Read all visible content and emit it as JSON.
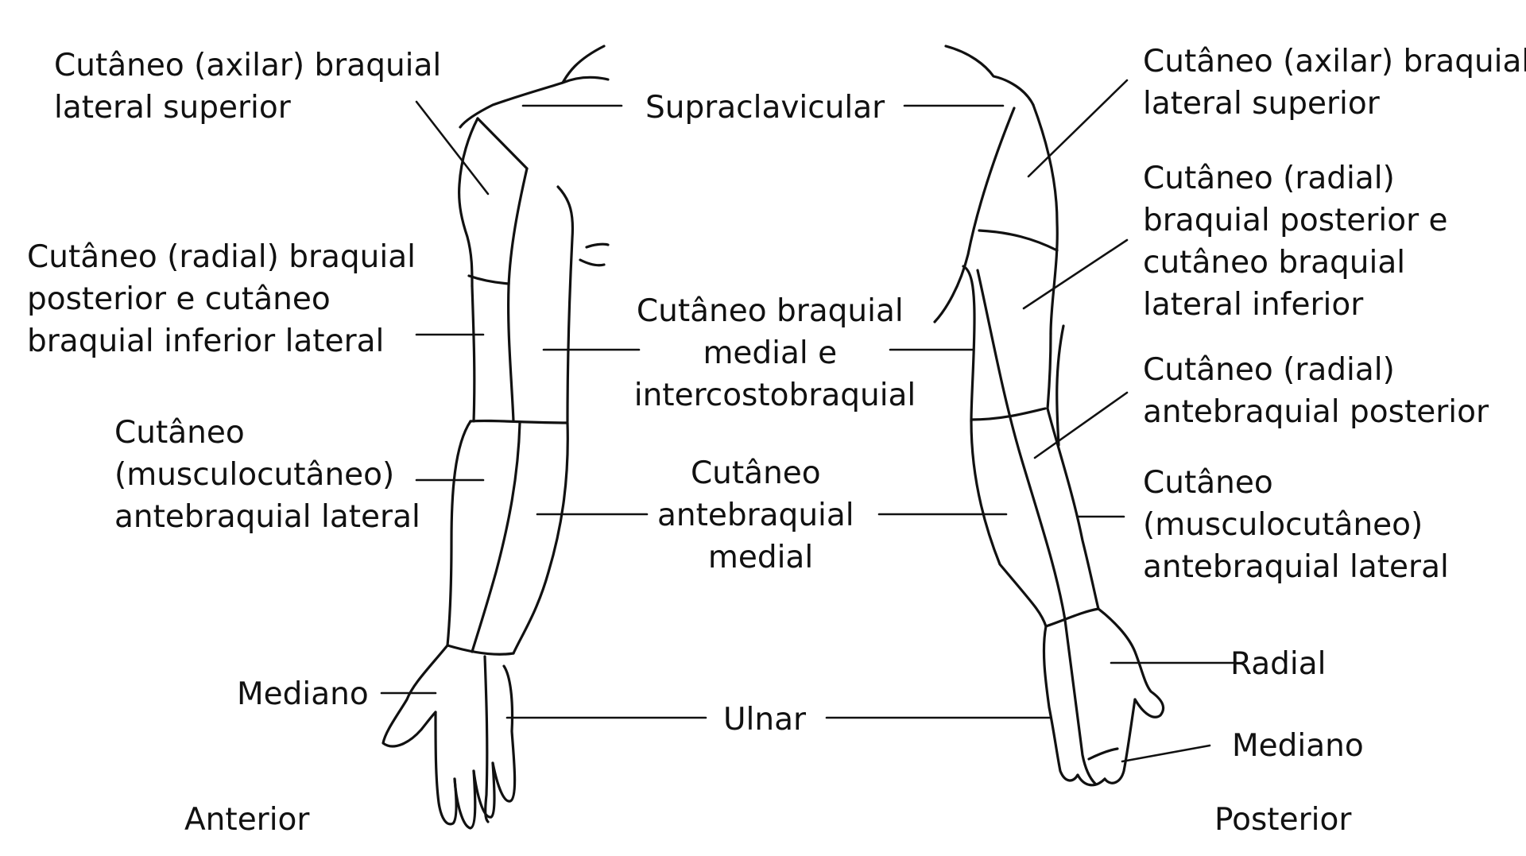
{
  "labels": {
    "anterior_axillary": [
      "Cutâneo (axilar) braquial",
      "lateral superior"
    ],
    "supraclavicular": "Supraclavicular",
    "anterior_radial": [
      "Cutâneo (radial) braquial",
      "posterior e cutâneo",
      "braquial inferior lateral"
    ],
    "medial_brachial": [
      "Cutâneo braquial",
      "medial e",
      "intercostobraquial"
    ],
    "anterior_musculo": [
      "Cutâneo",
      "(musculocutâneo)",
      "antebraquial lateral"
    ],
    "medial_antebrachial": [
      "Cutâneo",
      "antebraquial",
      "medial"
    ],
    "anterior_median": "Mediano",
    "ulnar": "Ulnar",
    "anterior_caption": "Anterior",
    "posterior_axillary": [
      "Cutâneo (axilar) braquial",
      "lateral superior"
    ],
    "posterior_radial_brachial": [
      "Cutâneo (radial)",
      "braquial posterior e",
      "cutâneo braquial",
      "lateral inferior"
    ],
    "posterior_radial_antebrachial": [
      "Cutâneo (radial)",
      "antebraquial posterior"
    ],
    "posterior_musculo": [
      "Cutâneo",
      "(musculocutâneo)",
      "antebraquial lateral"
    ],
    "radial": "Radial",
    "posterior_median": "Mediano",
    "posterior_caption": "Posterior"
  }
}
